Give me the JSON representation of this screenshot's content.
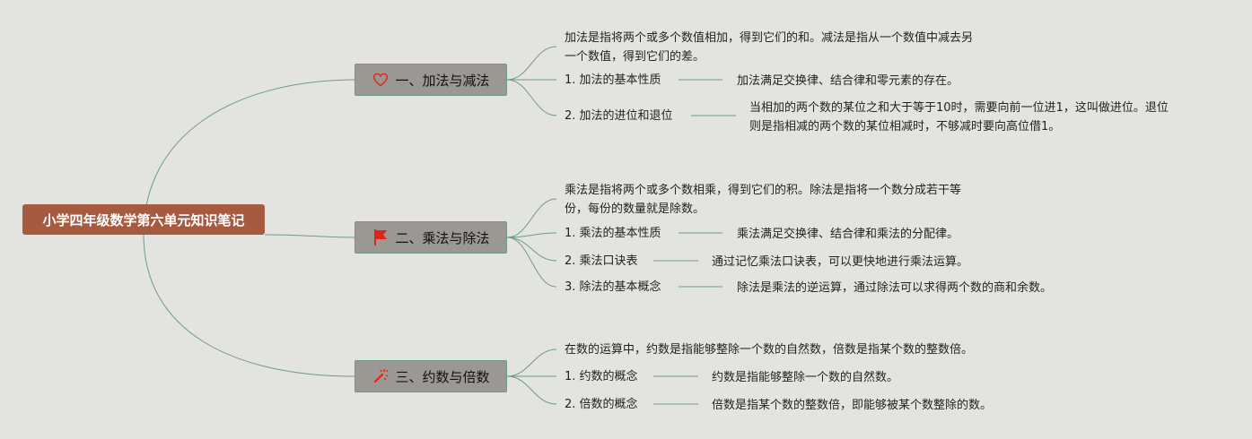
{
  "root": {
    "title": "小学四年级数学第六单元知识笔记"
  },
  "branches": [
    {
      "label": "一、加法与减法",
      "icon": "heart-icon",
      "desc": [
        "加法是指将两个或多个数值相加，得到它们的和。减法是指从一个数值中减去另",
        "一个数值，得到它们的差。"
      ],
      "items": [
        {
          "label": "1. 加法的基本性质",
          "detail": [
            "加法满足交换律、结合律和零元素的存在。"
          ]
        },
        {
          "label": "2. 加法的进位和退位",
          "detail": [
            "当相加的两个数的某位之和大于等于10时，需要向前一位进1，这叫做进位。退位",
            "则是指相减的两个数的某位相减时，不够减时要向高位借1。"
          ]
        }
      ]
    },
    {
      "label": "二、乘法与除法",
      "icon": "flag-icon",
      "desc": [
        "乘法是指将两个或多个数相乘，得到它们的积。除法是指将一个数分成若干等",
        "份，每份的数量就是除数。"
      ],
      "items": [
        {
          "label": "1. 乘法的基本性质",
          "detail": [
            "乘法满足交换律、结合律和乘法的分配律。"
          ]
        },
        {
          "label": "2. 乘法口诀表",
          "detail": [
            "通过记忆乘法口诀表，可以更快地进行乘法运算。"
          ]
        },
        {
          "label": "3. 除法的基本概念",
          "detail": [
            "除法是乘法的逆运算，通过除法可以求得两个数的商和余数。"
          ]
        }
      ]
    },
    {
      "label": "三、约数与倍数",
      "icon": "magic-wand-icon",
      "desc": [
        "在数的运算中，约数是指能够整除一个数的自然数，倍数是指某个数的整数倍。"
      ],
      "items": [
        {
          "label": "1. 约数的概念",
          "detail": [
            "约数是指能够整除一个数的自然数。"
          ]
        },
        {
          "label": "2. 倍数的概念",
          "detail": [
            "倍数是指某个数的整数倍，即能够被某个数整除的数。"
          ]
        }
      ]
    }
  ],
  "colors": {
    "line": "#6e9a8a",
    "root_bg": "#a65a3f",
    "branch_bg": "#9b9893",
    "icon_red": "#e2231a"
  }
}
